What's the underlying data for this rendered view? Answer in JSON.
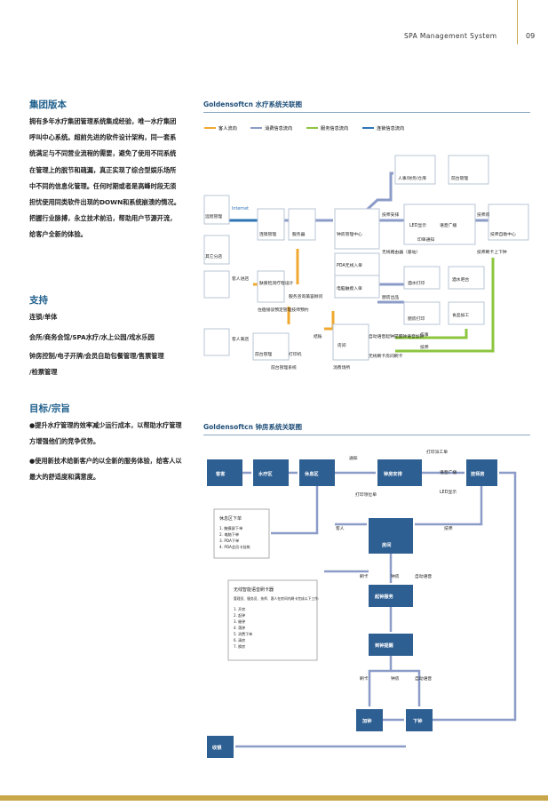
{
  "header": {
    "title": "SPA Management System",
    "page": "09"
  },
  "left": {
    "group_title": "集团版本",
    "group_paragraph": "拥有多年水疗集团管理系统集成经验，唯一水疗集团呼叫中心系统。超前先进的软件设计架构，同一套系统满足与不同营业流程的需要，避免了使用不同系统在管理上的脱节和疏漏，真正实现了综合型娱乐场所中不同的信息化管理。任何时期或者是高峰时段无须担忧使用同类软件出现的DOWN和系统崩溃的情况。 把握行业脉搏，永立技术前沿，帮助用户节源开流，给客户全新的体验。",
    "support_title": "支持",
    "support_lines": [
      "连锁/单体",
      "会所/商务会馆/SPA水疗/水上公园/戏水乐园",
      "钟房控制/电子开牌/会员自助包餐管理/售票管理",
      "/检票管理"
    ],
    "goal_title": "目标/宗旨",
    "goal_bullets": [
      "●提升水疗管理的效率减少运行成本，以帮助水疗管理方增强他们的竞争优势。",
      "●使用新技术给新客户的以全新的服务体验，给客人以最大的舒适度和满意度。"
    ]
  },
  "fig1": {
    "title": "Goldensoftcn 水疗系统关联图",
    "legend": [
      "客人流向",
      "消费信息流向",
      "服务信息流向",
      "连锁信息流向"
    ],
    "legend_colors": [
      "#f0a830",
      "#8c9cc8",
      "#8cc63f",
      "#2e75b6"
    ],
    "labels": {
      "remote": "远程管理",
      "internet": "Internet",
      "other_branch": "其它分店",
      "chain": "连锁管理",
      "server": "服务器",
      "hr": "人事/财务/仓库",
      "front_desk": "前台管理",
      "bell_center": "钟房管理中心",
      "pda": "PDA无线入单",
      "touch": "电脑触摸入单",
      "wireless": "无线路由器（基站）",
      "led": "LED显示",
      "voice": "语音广播",
      "print_notice": "印单通知",
      "tech_room": "技师房",
      "tech_self": "技师自助中心",
      "tech_card": "技师刷卡上下钟",
      "water_print": "酒水打印",
      "bar": "酒水吧台",
      "kitchen_out": "厨房出品",
      "kitchen_print": "厨房打印",
      "food": "食品加工",
      "guest_in": "客人进店",
      "checkup": "肤质检测疗程设计",
      "service_consult": "服务咨询美容顾问",
      "hotel_mgmt": "住宿接驳预定管理技师预约",
      "room": "房间",
      "consume": "消费场所",
      "auto_voice": "自动语音起钟提醒钟语音加钟",
      "wireless_card": "无线刷卡房间刷卡",
      "settle": "结账",
      "guest_out": "客人离店",
      "front_mgmt": "前台管理",
      "printer": "打印机",
      "front_sys": "前台管理系统",
      "work": "作事",
      "tech_house": "技师",
      "tech_arrange": "技师安排"
    }
  },
  "fig2": {
    "title": "Goldensoftcn 钟房系统关联图",
    "labels": {
      "guest": "客客",
      "water": "水疗区",
      "rest": "休息区",
      "tech_arrange": "钟房安排",
      "tech_room": "技师房",
      "notify": "通知",
      "print_work": "打印派工单",
      "voice": "语音广播",
      "led": "LED显示",
      "print_slip": "打印领位单",
      "rest_order_title": "休息区下单",
      "rest_order_items": [
        "1. 触摸屏下单",
        "2. 电脑下单",
        "3. PDA下单",
        "4. PDA会员卡挂帐"
      ],
      "guest_lbl": "客人",
      "tech": "技师",
      "room": "房间",
      "card": "刷卡",
      "bell": "钟房",
      "auto_voice": "自动语音",
      "start": "起钟服务",
      "wireless_title": "无线智能语音刷卡器",
      "wireless_desc": "管理员、服务员、技师、客人在房间内刷卡完成以下工作:",
      "wireless_items": [
        "1. 开房",
        "2. 起钟",
        "3. 催钟",
        "4. 落钟",
        "5. 消费下单",
        "6. 清房",
        "7. 换房"
      ],
      "remind": "到钟提醒",
      "add": "加钟",
      "down": "下钟",
      "pay": "收银"
    }
  }
}
